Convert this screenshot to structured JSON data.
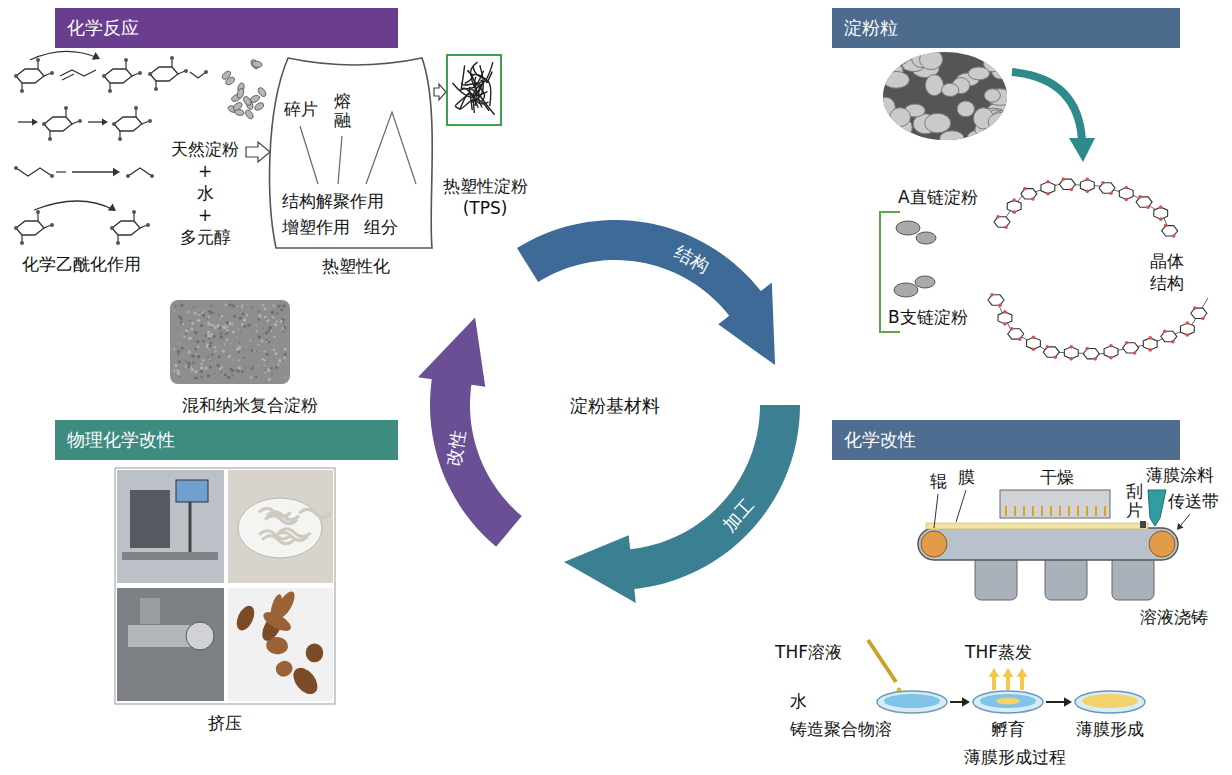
{
  "diagram": {
    "nodes": [
      {
        "text": [
          "化学反应"
        ]
      },
      {
        "text": [
          "淀粉粒"
        ]
      },
      {
        "text": [
          "物理化学改性"
        ]
      },
      {
        "text": [
          "化学改性"
        ]
      }
    ],
    "labels": [
      "碎片",
      "熔融",
      "天然淀粉",
      "+",
      "水",
      "+",
      "多元醇",
      "热塑性淀粉 (TPS)",
      "结构解聚作用",
      "增塑作用",
      "组分",
      "化学乙酰化作用",
      "热塑性化",
      "A直链淀粉",
      "晶体 结构",
      "B支链淀粉",
      "结构",
      "混和纳米复合淀粉",
      "淀粉基材料",
      "改性",
      "加工",
      "辊",
      "膜",
      "干燥",
      "刮片",
      "薄膜涂料",
      "传送带",
      "溶液浇铸",
      "挤压",
      "THF溶液",
      "THF蒸发",
      "水",
      "铸造聚合物溶",
      "孵育",
      "薄膜形成",
      "薄膜形成过程"
    ]
  }
}
